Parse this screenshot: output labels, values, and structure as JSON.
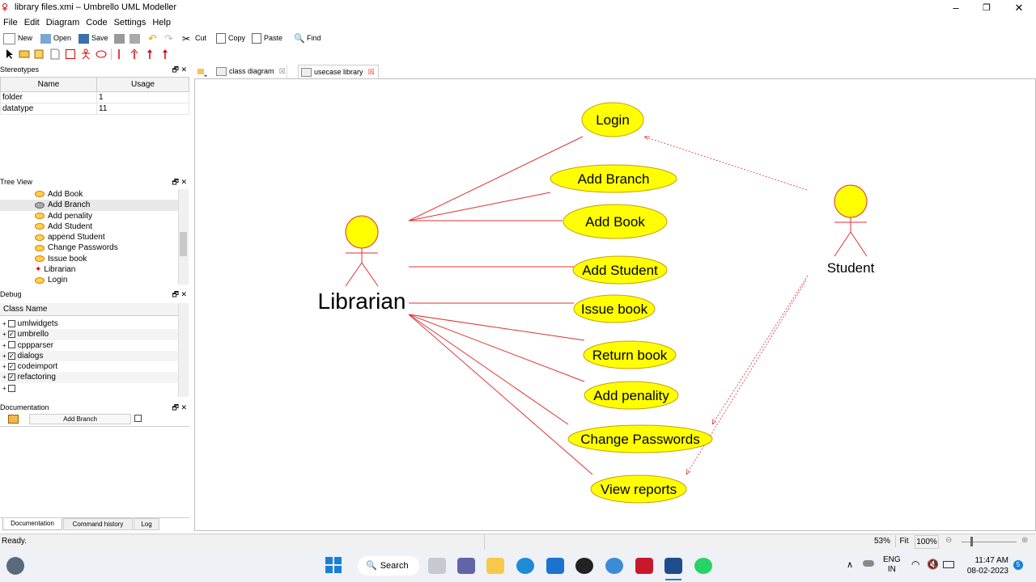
{
  "window": {
    "title": "library files.xmi – Umbrello UML Modeller"
  },
  "menu": [
    "File",
    "Edit",
    "Diagram",
    "Code",
    "Settings",
    "Help"
  ],
  "toolbar": {
    "new": "New",
    "open": "Open",
    "save": "Save",
    "cut": "Cut",
    "copy": "Copy",
    "paste": "Paste",
    "find": "Find"
  },
  "stereotypes": {
    "title": "Stereotypes",
    "columns": [
      "Name",
      "Usage"
    ],
    "rows": [
      [
        "folder",
        "1"
      ],
      [
        "datatype",
        "11"
      ]
    ]
  },
  "treeview": {
    "title": "Tree View",
    "items": [
      "Add Book",
      "Add Branch",
      "Add penality",
      "Add Student",
      "append Student",
      "Change Passwords",
      "Issue book",
      "Librarian",
      "Login"
    ]
  },
  "debug": {
    "title": "Debug",
    "column": "Class Name",
    "rows": [
      {
        "name": "umlwidgets",
        "checked": false
      },
      {
        "name": "umbrello",
        "checked": true
      },
      {
        "name": "cppparser",
        "checked": false
      },
      {
        "name": "dialogs",
        "checked": true
      },
      {
        "name": "codeimport",
        "checked": true
      },
      {
        "name": "refactoring",
        "checked": true
      },
      {
        "name": "",
        "checked": false
      }
    ]
  },
  "documentation": {
    "title": "Documentation",
    "field": "Add Branch",
    "tabs": [
      "Documentation",
      "Command history",
      "Log"
    ]
  },
  "tabs": [
    {
      "label": "class diagram"
    },
    {
      "label": "usecase library"
    }
  ],
  "diagram": {
    "actors": {
      "librarian": "Librarian",
      "student": "Student"
    },
    "usecases": {
      "login": "Login",
      "add_branch": "Add Branch",
      "add_book": "Add Book",
      "add_student": "Add Student",
      "issue_book": "Issue book",
      "return_book": "Return book",
      "add_penality": "Add penality",
      "change_passwords": "Change Passwords",
      "view_reports": "View reports"
    },
    "usecase_fill": "#ffff00",
    "line_color": "#e03030"
  },
  "status": {
    "text": "Ready.",
    "zoom": "53%",
    "fit": "Fit",
    "hundred": "100%"
  },
  "taskbar": {
    "search": "Search",
    "lang1": "ENG",
    "lang2": "IN",
    "time": "11:47 AM",
    "date": "08-02-2023",
    "badge": "5"
  }
}
